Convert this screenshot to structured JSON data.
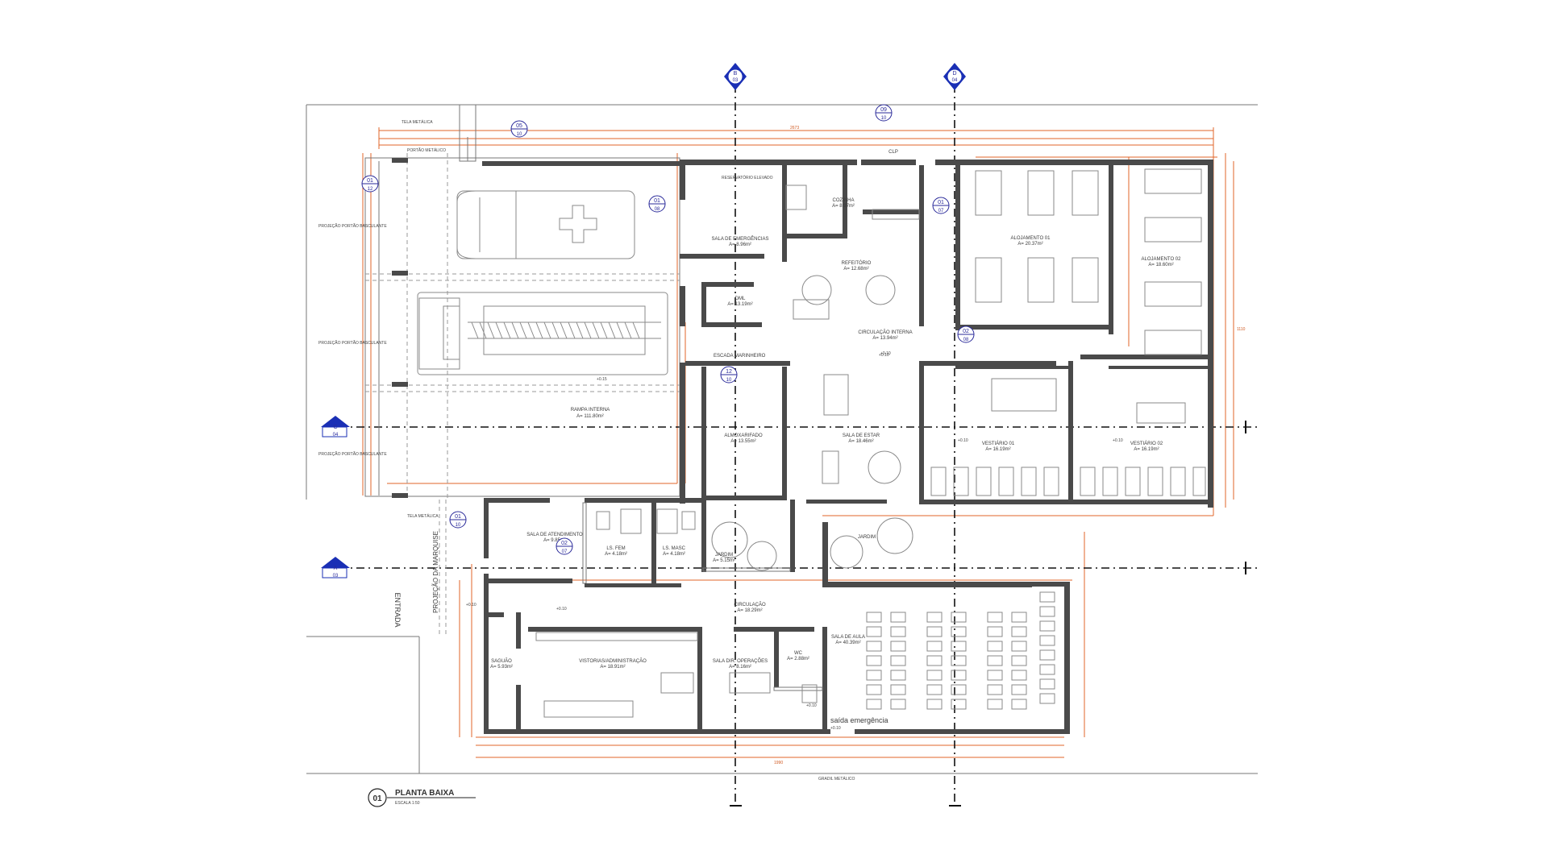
{
  "plan": {
    "title": "PLANTA BAIXA",
    "number": "01",
    "scale": "ESCALA 1:50"
  },
  "sections": {
    "b_top": "B",
    "b_sheet": "03",
    "d_top": "D",
    "d_sheet": "04",
    "c_left": "C",
    "c_sheet": "04",
    "a_left": "A",
    "a_sheet": "03"
  },
  "tags": [
    {
      "n": "05",
      "s": "10"
    },
    {
      "n": "09",
      "s": "10"
    },
    {
      "n": "01",
      "s": "12"
    },
    {
      "n": "01",
      "s": "08"
    },
    {
      "n": "01",
      "s": "07"
    },
    {
      "n": "02",
      "s": "08"
    },
    {
      "n": "12",
      "s": "10"
    },
    {
      "n": "01",
      "s": "10"
    },
    {
      "n": "02",
      "s": "07"
    }
  ],
  "rooms": {
    "sala_emergencias": {
      "name": "SALA DE EMERGÊNCIAS",
      "area": "A= 8.96m²"
    },
    "copa": {
      "name": "COZINHA",
      "area": "A= 8.97m²"
    },
    "refeitorio": {
      "name": "REFEITÓRIO",
      "area": "A= 12.68m²"
    },
    "dml": {
      "name": "DML",
      "area": "A= 13.19m²"
    },
    "circulacao_interna": {
      "name": "CIRCULAÇÃO INTERNA",
      "area": "A= 13.94m²"
    },
    "alojamento1": {
      "name": "ALOJAMENTO 01",
      "area": "A= 20.37m²"
    },
    "alojamento2": {
      "name": "ALOJAMENTO 02",
      "area": "A= 18.60m²"
    },
    "rampa": {
      "name": "RAMPA INTERNA",
      "area": "A= 111.80m²"
    },
    "almoxarifado": {
      "name": "ALMOXARIFADO",
      "area": "A= 13.55m²"
    },
    "sala_estar": {
      "name": "SALA DE ESTAR",
      "area": "A= 18.46m²"
    },
    "vestiario1": {
      "name": "VESTIÁRIO 01",
      "area": "A= 16.19m²"
    },
    "vestiario2": {
      "name": "VESTIÁRIO 02",
      "area": "A= 16.19m²"
    },
    "sala_atendimento": {
      "name": "SALA DE ATENDIMENTO",
      "area": "A= 9.85m²"
    },
    "ls_fem": {
      "name": "LS. FEM",
      "area": "A= 4.18m²"
    },
    "ls_masc": {
      "name": "LS. MASC",
      "area": "A= 4.18m²"
    },
    "jardim1": {
      "name": "JARDIM",
      "area": "A= 5.15m²"
    },
    "jardim2": {
      "name": "JARDIM",
      "area": ""
    },
    "circulacao": {
      "name": "CIRCULAÇÃO",
      "area": "A= 18.29m²"
    },
    "saguao": {
      "name": "SAGUÃO",
      "area": "A= 5.93m²"
    },
    "vistorias": {
      "name": "VISTORIAS/ADMINISTRAÇÃO",
      "area": "A= 18.91m²"
    },
    "sala_dir": {
      "name": "SALA DIR. OPERAÇÕES",
      "area": "A= 8.16m²"
    },
    "wc": {
      "name": "WC",
      "area": "A= 2.88m²"
    },
    "sala_aula": {
      "name": "SALA DE AULA",
      "area": "A= 40.39m²"
    },
    "clp": {
      "name": "CLP",
      "area": ""
    }
  },
  "labels": {
    "escada": "ESCADA MARINHEIRO",
    "saida": "saída emergência",
    "entrada": "ENTRADA",
    "marquise": "PROJEÇÃO DA MARQUISE",
    "tela_top": "TELA METÁLICA",
    "portao_top": "PORTÃO METÁLICO",
    "tela_bottom": "TELA METÁLICA",
    "projecao1": "PROJEÇÃO PORTÃO BASCULANTE",
    "projecao2": "PROJEÇÃO PORTÃO BASCULANTE",
    "projecao3": "PROJEÇÃO PORTÃO BASCULANTE",
    "gradil": "GRADIL METÁLICO",
    "reservatorio": "RESERVATÓRIO ELEVADO"
  },
  "levels": [
    "+0.15",
    "+0.10",
    "+0.10",
    "+0.10",
    "+0.10",
    "+0.10",
    "+0.10",
    "+0.10",
    "+0.10"
  ],
  "dims": {
    "top_total": "2673",
    "bottom_total": "1990",
    "right_total": "1110"
  }
}
